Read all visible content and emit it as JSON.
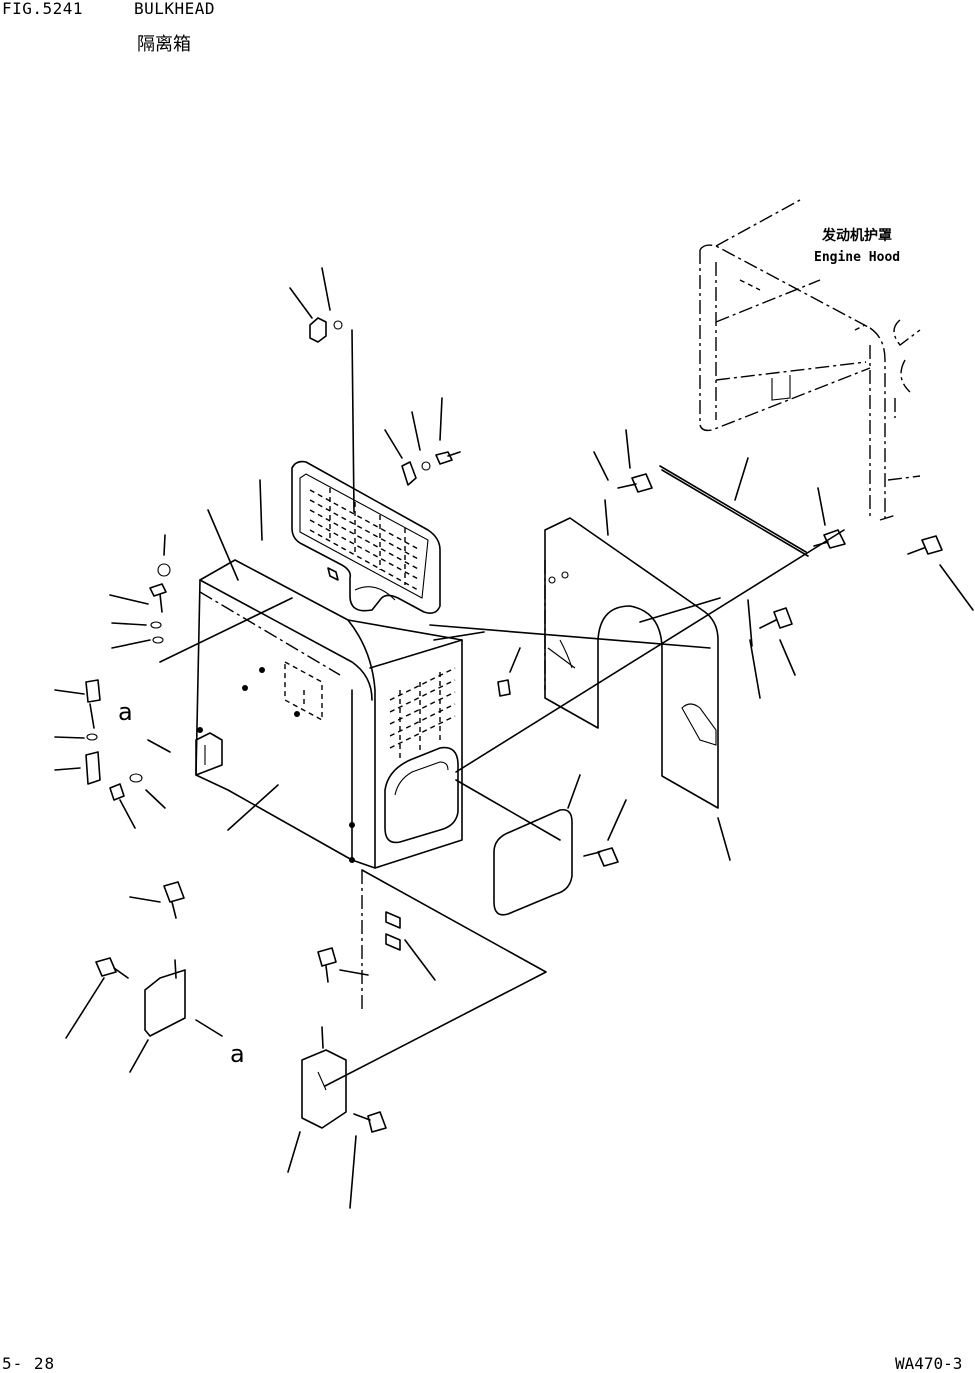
{
  "header": {
    "fig_number": "FIG.5241",
    "title": "BULKHEAD",
    "title_cn": "隔离箱"
  },
  "callouts": {
    "engine_hood_cn": "发动机护罩",
    "engine_hood_en": "Engine Hood",
    "ref_a_1": "a",
    "ref_a_2": "a"
  },
  "footer": {
    "page_number": "5-  28",
    "model_code": "WA470-3"
  }
}
